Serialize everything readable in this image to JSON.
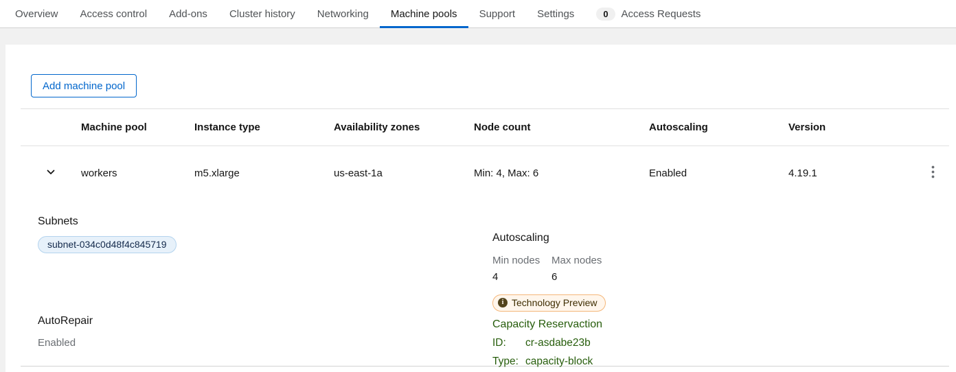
{
  "tabs": {
    "items": [
      {
        "label": "Overview",
        "active": false
      },
      {
        "label": "Access control",
        "active": false
      },
      {
        "label": "Add-ons",
        "active": false
      },
      {
        "label": "Cluster history",
        "active": false
      },
      {
        "label": "Networking",
        "active": false
      },
      {
        "label": "Machine pools",
        "active": true
      },
      {
        "label": "Support",
        "active": false
      },
      {
        "label": "Settings",
        "active": false
      }
    ],
    "access_requests": {
      "badge_count": "0",
      "label": "Access Requests"
    }
  },
  "toolbar": {
    "add_machine_pool_label": "Add machine pool"
  },
  "table": {
    "headers": [
      "Machine pool",
      "Instance type",
      "Availability zones",
      "Node count",
      "Autoscaling",
      "Version"
    ],
    "rows": [
      {
        "machine_pool": "workers",
        "instance_type": "m5.xlarge",
        "availability_zones": "us-east-1a",
        "node_count": "Min: 4, Max: 6",
        "autoscaling": "Enabled",
        "version": "4.19.1",
        "expanded": true
      }
    ]
  },
  "expanded": {
    "subnets": {
      "title": "Subnets",
      "chips": [
        "subnet-034c0d48f4c845719"
      ]
    },
    "autorepair": {
      "title": "AutoRepair",
      "value": "Enabled"
    },
    "autoscaling": {
      "title": "Autoscaling",
      "min_label": "Min nodes",
      "min_value": "4",
      "max_label": "Max nodes",
      "max_value": "6"
    },
    "capacity_reservation": {
      "badge": "Technology Preview",
      "title": "Capacity Reservaction",
      "id_label": "ID:",
      "id_value": "cr-asdabe23b",
      "type_label": "Type:",
      "type_value": "capacity-block"
    }
  },
  "colors": {
    "accent_blue": "#0066cc",
    "active_tab_underline": "#0066cc",
    "chip_bg": "#e7f1fa",
    "chip_border": "#b3d3ee",
    "chip_text": "#13294b",
    "tech_preview_bg": "#fff6ec",
    "tech_preview_border": "#f4b678",
    "capacity_text_green": "#275d0c",
    "muted_text": "#6a6e73"
  }
}
